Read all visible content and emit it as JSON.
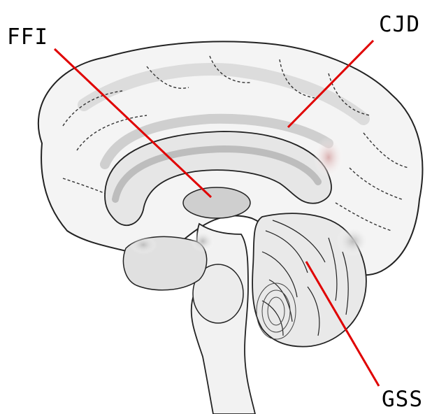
{
  "labels": {
    "ffi": "FFI",
    "cjd": "CJD",
    "gss": "GSS"
  },
  "colors": {
    "pointer_line": "#e00000",
    "outline": "#222222",
    "tissue_shade": "#cfcfcf",
    "highlight": "#c9a3a3"
  }
}
